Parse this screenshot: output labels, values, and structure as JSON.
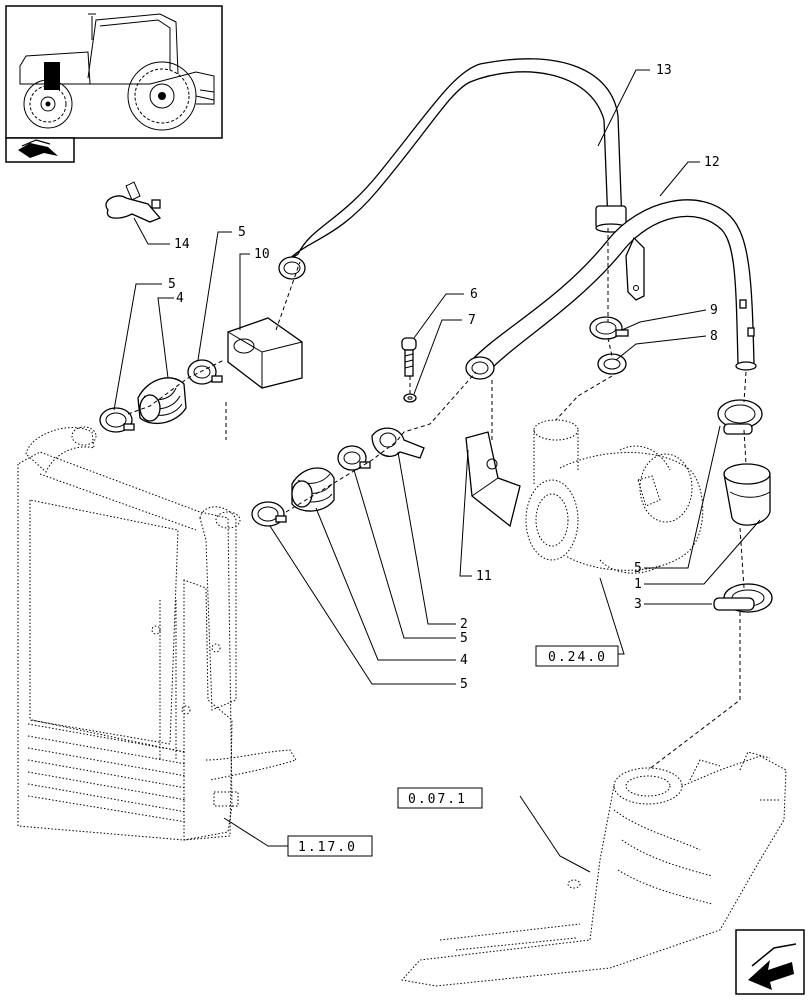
{
  "callouts": {
    "c1": "1",
    "c2": "2",
    "c3": "3",
    "c4a": "4",
    "c4b": "4",
    "c5a": "5",
    "c5b": "5",
    "c5c": "5",
    "c5d": "5",
    "c5e": "5",
    "c6": "6",
    "c7": "7",
    "c8": "8",
    "c9": "9",
    "c10": "10",
    "c11": "11",
    "c12": "12",
    "c13": "13",
    "c14": "14"
  },
  "references": {
    "turbo": "0.24.0",
    "manifold": "0.07.1",
    "radiator": "1.17.0"
  },
  "icons": {
    "thumbnail": "tractor-thumbnail-icon",
    "section": "section-arrow-icon",
    "next": "next-page-arrow-icon"
  }
}
